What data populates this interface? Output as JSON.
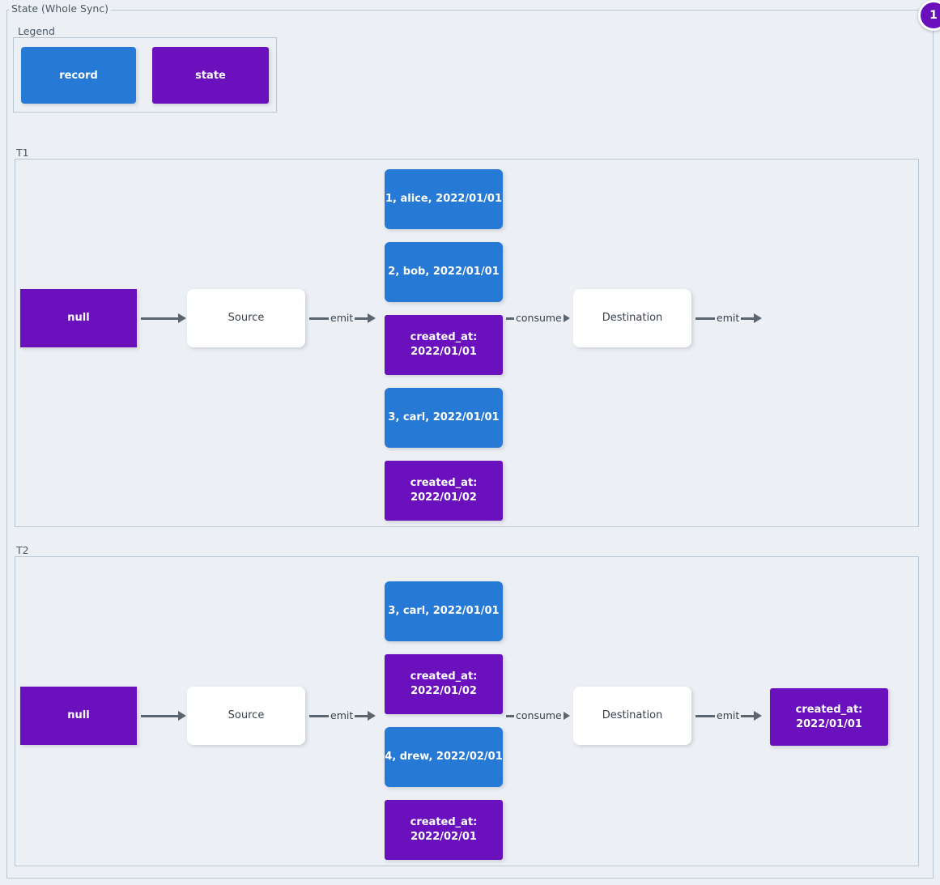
{
  "diagram": {
    "title": "State (Whole Sync)",
    "step_badge": "1",
    "colors": {
      "record": "#2679d4",
      "state": "#6a10bd",
      "background": "#eceff4",
      "border": "#b9c6d4",
      "edge": "#5a6570",
      "plain_node": "#ffffff"
    }
  },
  "legend": {
    "title": "Legend",
    "items": [
      {
        "label": "record",
        "color": "#2679d4",
        "kind": "record"
      },
      {
        "label": "state",
        "color": "#6a10bd",
        "kind": "state"
      }
    ]
  },
  "sections": [
    {
      "title": "T1",
      "initial_state": "null",
      "source": "Source",
      "destination": "Destination",
      "edges": {
        "state_to_source": "",
        "source_emit": "emit",
        "destination_consume": "consume",
        "destination_emit": "emit"
      },
      "stream": [
        {
          "kind": "record",
          "label": "1, alice, 2022/01/01"
        },
        {
          "kind": "record",
          "label": "2, bob, 2022/01/01"
        },
        {
          "kind": "state",
          "label": "created_at:\n2022/01/01"
        },
        {
          "kind": "record",
          "label": "3, carl, 2022/01/01"
        },
        {
          "kind": "state",
          "label": "created_at:\n2022/01/02"
        }
      ],
      "final_state": null
    },
    {
      "title": "T2",
      "initial_state": "null",
      "source": "Source",
      "destination": "Destination",
      "edges": {
        "state_to_source": "",
        "source_emit": "emit",
        "destination_consume": "consume",
        "destination_emit": "emit"
      },
      "stream": [
        {
          "kind": "record",
          "label": "3, carl, 2022/01/01"
        },
        {
          "kind": "state",
          "label": "created_at:\n2022/01/02"
        },
        {
          "kind": "record",
          "label": "4, drew, 2022/02/01"
        },
        {
          "kind": "state",
          "label": "created_at:\n2022/02/01"
        }
      ],
      "final_state": "created_at:\n2022/01/01"
    }
  ]
}
